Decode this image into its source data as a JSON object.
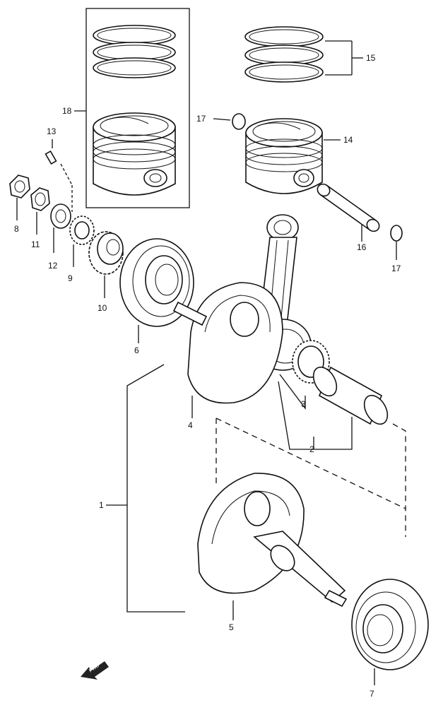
{
  "labels": {
    "l1": "1",
    "l2": "2",
    "l3": "3",
    "l4": "4",
    "l5": "5",
    "l6": "6",
    "l7": "7",
    "l8": "8",
    "l9": "9",
    "l10": "10",
    "l11": "11",
    "l12": "12",
    "l13": "13",
    "l14": "14",
    "l15": "15",
    "l16": "16",
    "l17a": "17",
    "l17b": "17",
    "l18": "18"
  },
  "fwd": "FWD"
}
